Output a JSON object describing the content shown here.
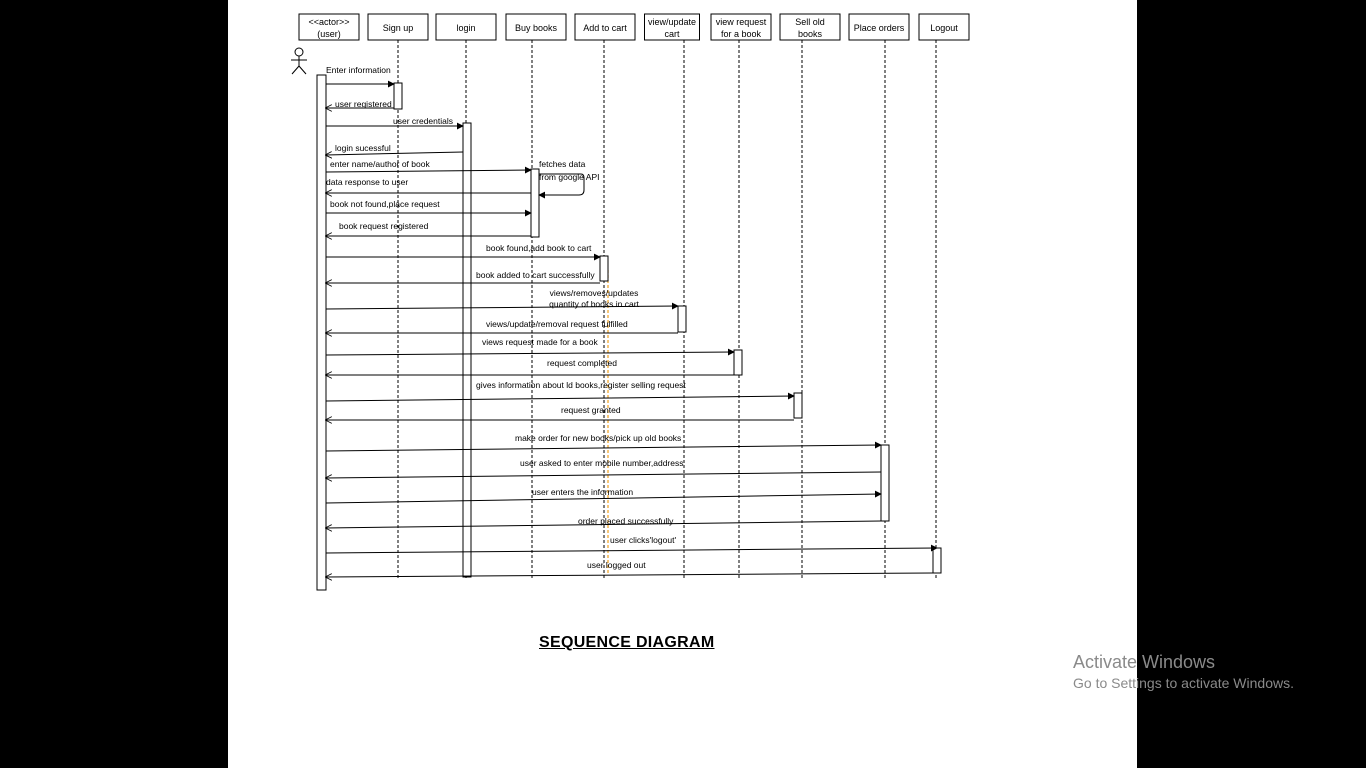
{
  "diagram": {
    "title": "SEQUENCE  DIAGRAM",
    "lifelines": [
      {
        "lines": [
          "<<actor>>",
          "(user)"
        ]
      },
      {
        "lines": [
          "Sign up"
        ]
      },
      {
        "lines": [
          "login"
        ]
      },
      {
        "lines": [
          "Buy books"
        ]
      },
      {
        "lines": [
          "Add to cart"
        ]
      },
      {
        "lines": [
          "view/update",
          "cart"
        ]
      },
      {
        "lines": [
          "view request",
          "for a book"
        ]
      },
      {
        "lines": [
          "Sell old",
          "books"
        ]
      },
      {
        "lines": [
          "Place orders"
        ]
      },
      {
        "lines": [
          "Logout"
        ]
      }
    ],
    "messages": [
      {
        "label": "Enter information",
        "from": 0,
        "to": 1
      },
      {
        "label": "user registered",
        "from": 1,
        "to": 0
      },
      {
        "label": "user credentials",
        "from": 0,
        "to": 2
      },
      {
        "label": "login sucessful",
        "from": 2,
        "to": 0
      },
      {
        "label": "enter name/author of book",
        "from": 0,
        "to": 3
      },
      {
        "label": "fetches data\nfrom google API",
        "from": 3,
        "to": 3
      },
      {
        "label": "data response to user",
        "from": 3,
        "to": 0
      },
      {
        "label": "book not found,place request",
        "from": 0,
        "to": 3
      },
      {
        "label": "book request registered",
        "from": 3,
        "to": 0
      },
      {
        "label": "book found,add book to cart",
        "from": 0,
        "to": 4
      },
      {
        "label": "book added to cart successfully",
        "from": 4,
        "to": 0
      },
      {
        "label": "views/removes/updates\nquantity of books in cart",
        "from": 0,
        "to": 5
      },
      {
        "label": "views/update/removal request fulfilled",
        "from": 5,
        "to": 0
      },
      {
        "label": "views request made for a book",
        "from": 0,
        "to": 6
      },
      {
        "label": "request completed",
        "from": 6,
        "to": 0
      },
      {
        "label": "gives information about ld books,register selling request",
        "from": 0,
        "to": 7
      },
      {
        "label": "request granted",
        "from": 7,
        "to": 0
      },
      {
        "label": "make order for new books/pick up old books",
        "from": 0,
        "to": 8
      },
      {
        "label": "user asked to enter mobile number,address",
        "from": 8,
        "to": 0
      },
      {
        "label": "user enters the information",
        "from": 0,
        "to": 8
      },
      {
        "label": "order placed successfully",
        "from": 8,
        "to": 0
      },
      {
        "label": "user clicks'logout'",
        "from": 0,
        "to": 9
      },
      {
        "label": "user logged out",
        "from": 9,
        "to": 0
      }
    ],
    "colors": {
      "line": "#000000",
      "highlight_lifeline": "#f0a020"
    }
  },
  "watermark": {
    "line1": "Activate Windows",
    "line2": "Go to Settings to activate Windows."
  }
}
